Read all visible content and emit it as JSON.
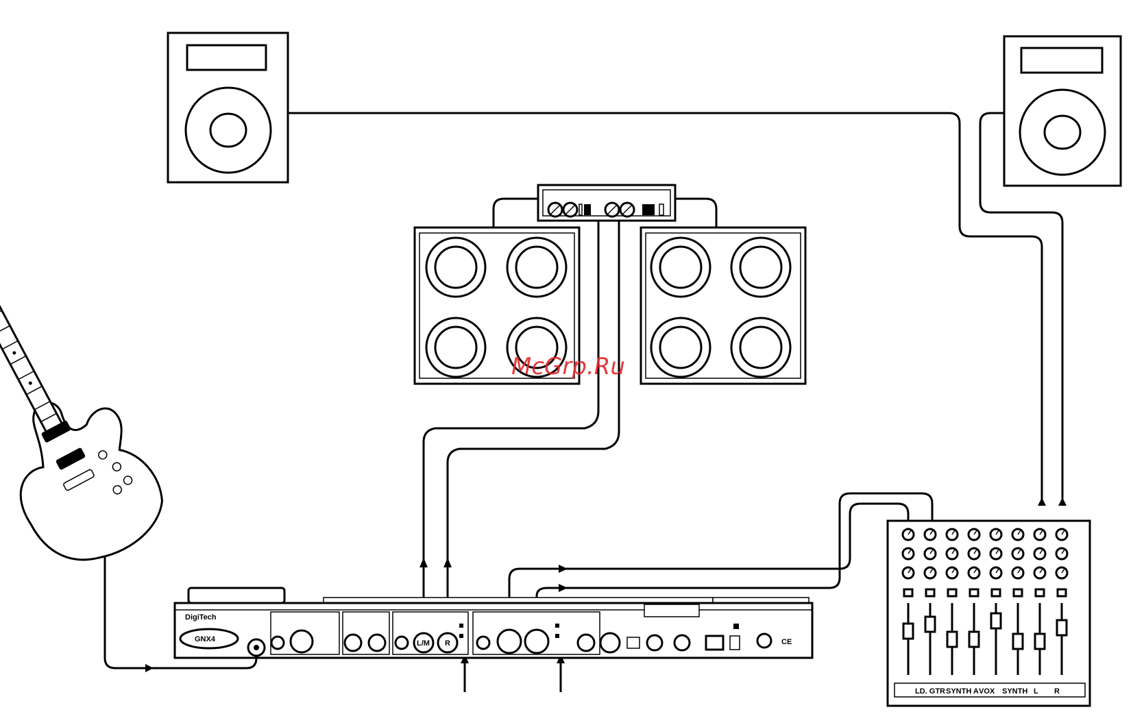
{
  "watermark": "McGrp.Ru",
  "watermark_color": "#e3262a",
  "line_color": "#000000",
  "background": "#ffffff",
  "mixer": {
    "channel_labels": [
      "LD. GTR",
      "SYNTH A",
      "VOX",
      "SYNTH",
      "L",
      "R"
    ]
  },
  "processor": {
    "brand": "DigiTech",
    "model": "GNX4",
    "out_left": "L/M",
    "out_right": "R"
  }
}
